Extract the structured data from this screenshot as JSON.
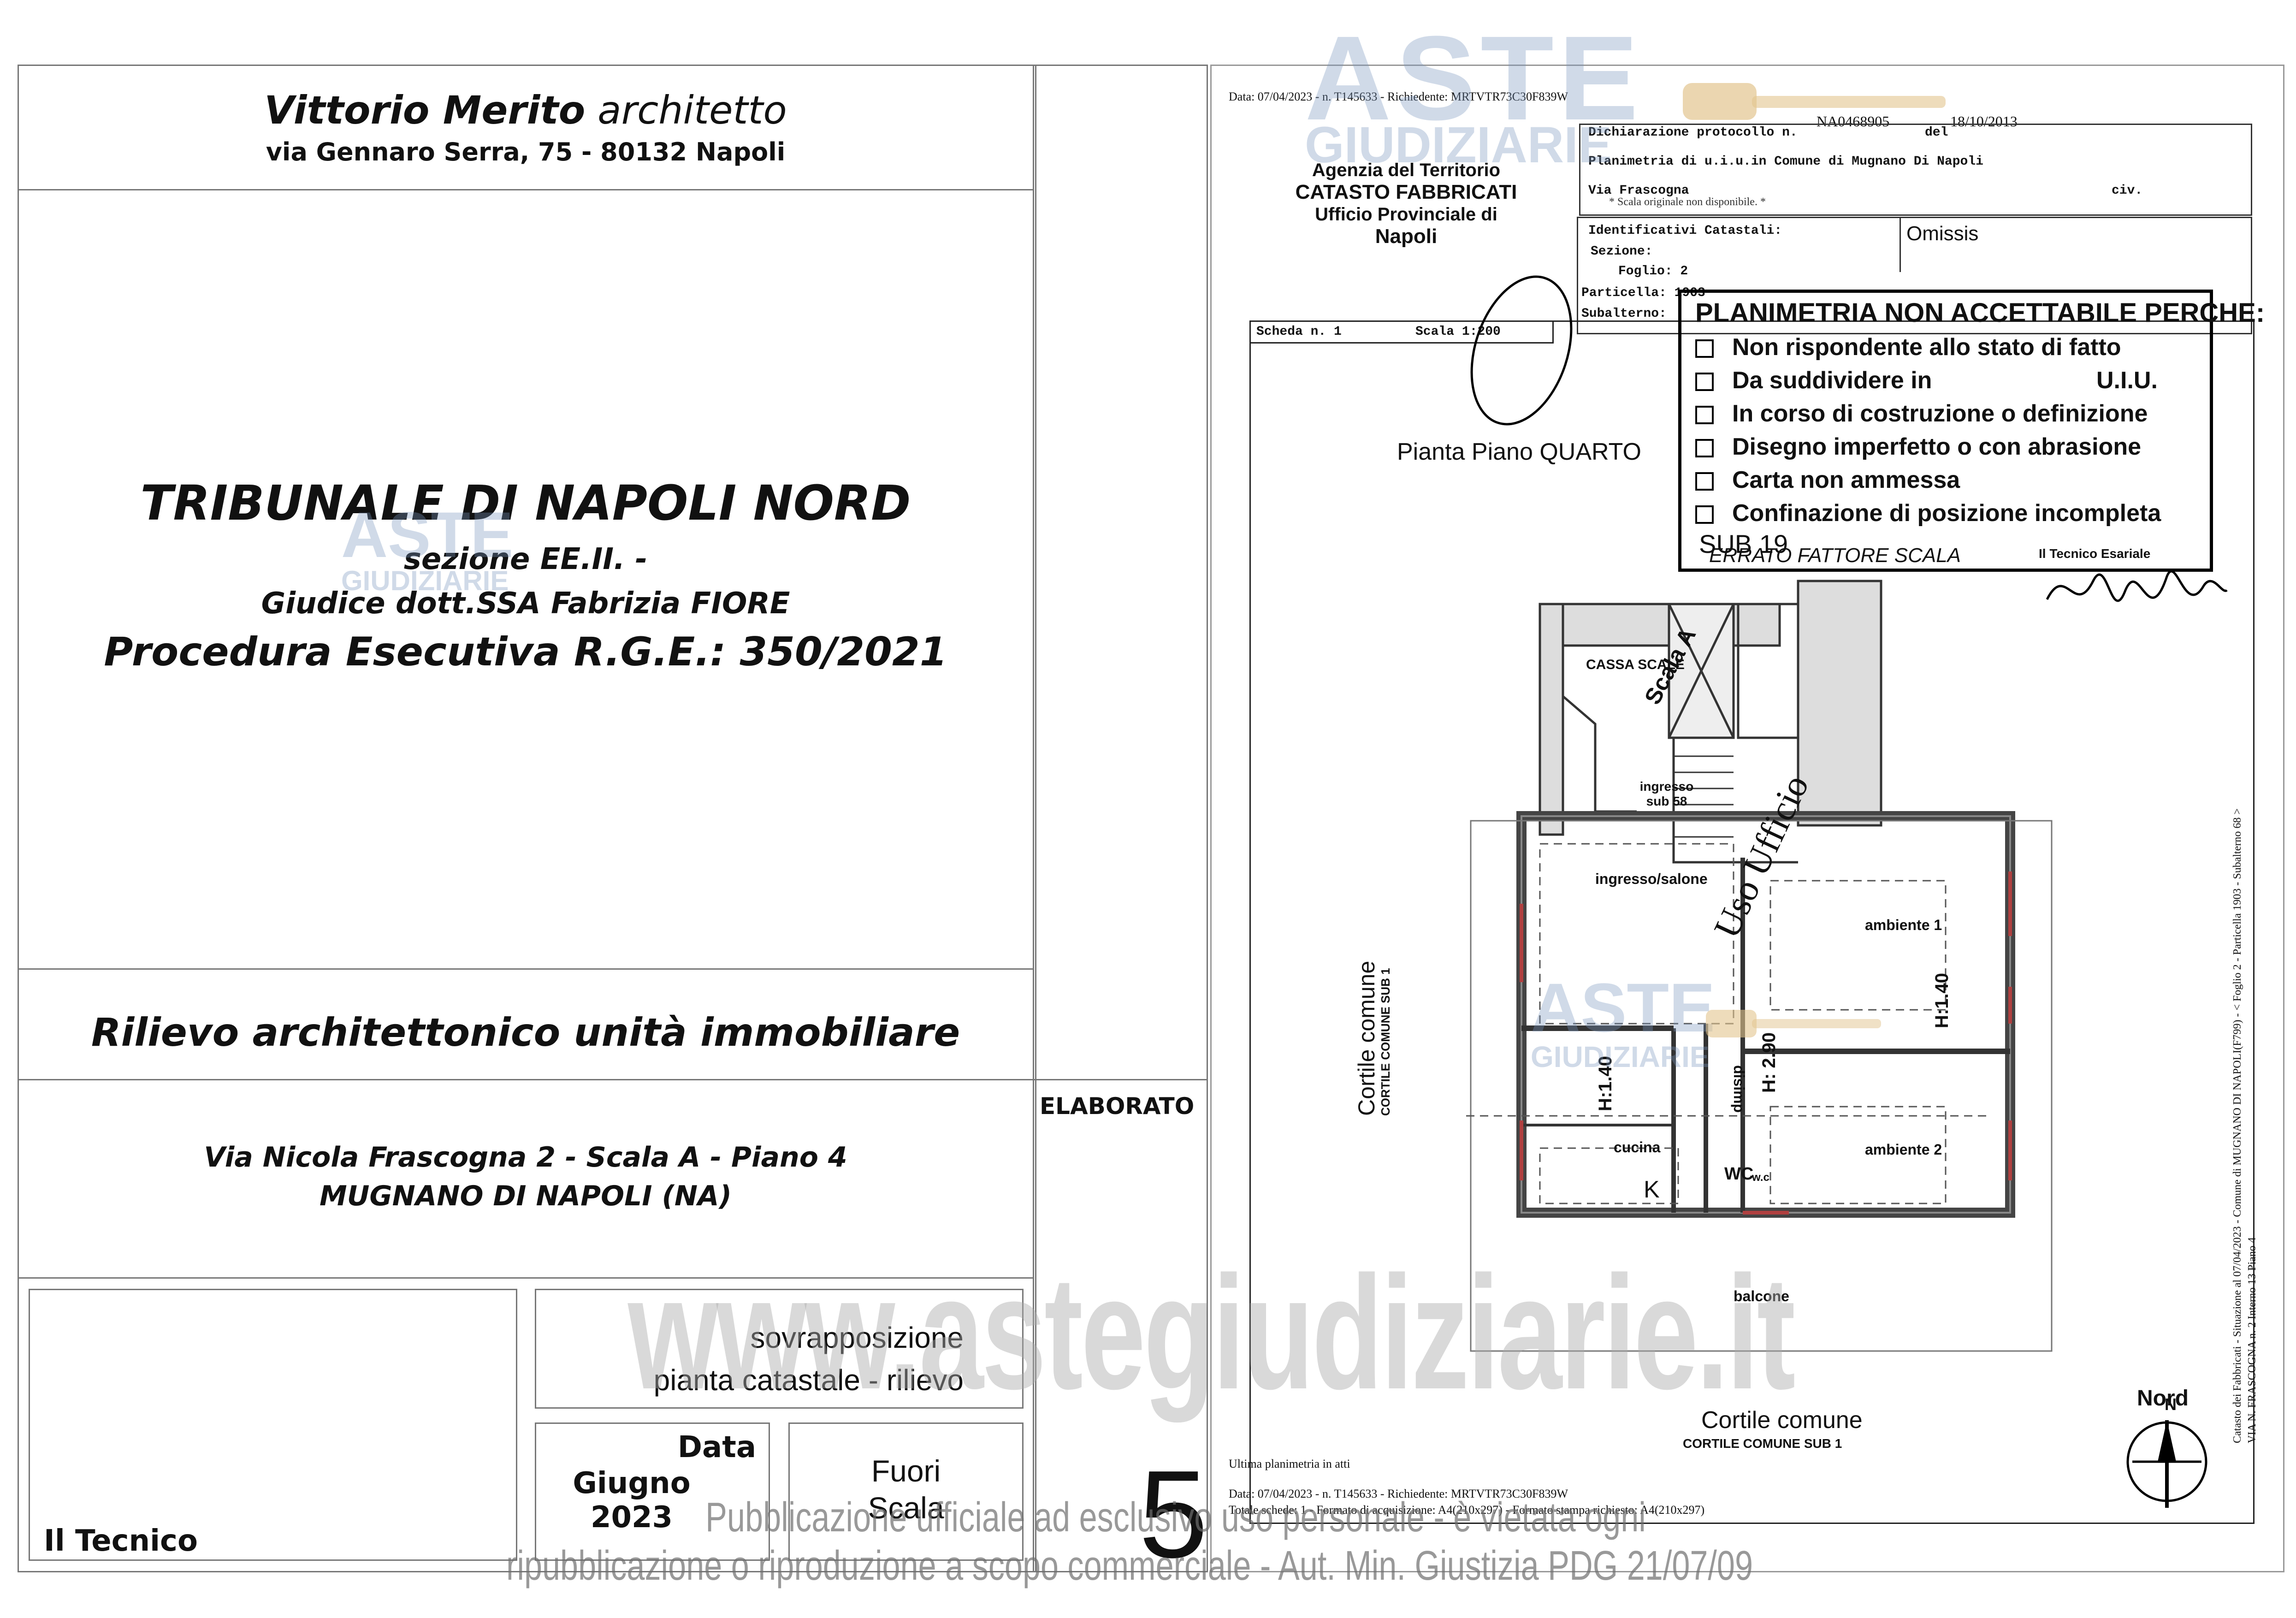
{
  "colors": {
    "frame": "#777777",
    "wall": "#555555",
    "wall_fill": "#d8d8d8",
    "watermark": "#c8d4e6",
    "gavel": "#d8b880"
  },
  "left_panel": {
    "architect_name": "Vittorio Merito",
    "architect_title": "architetto",
    "architect_address": "via Gennaro Serra, 75 - 80132 Napoli",
    "court": "TRIBUNALE DI NAPOLI NORD",
    "section": "sezione EE.II. -",
    "judge": "Giudice dott.SSA Fabrizia FIORE",
    "procedure": "Procedura Esecutiva R.G.E.: 350/2021",
    "survey_title": "Rilievo architettonico unità immobiliare",
    "address_line1": "Via Nicola Frascogna 2 - Scala A - Piano 4",
    "address_line2": "MUGNANO DI NAPOLI (NA)",
    "elaborato_label": "ELABORATO",
    "description_line1": "sovrapposizione",
    "description_line2": "pianta catastale - rilievo",
    "date_label": "Data",
    "date_value_line1": "Giugno",
    "date_value_line2": "2023",
    "scale_line1": "Fuori",
    "scale_line2": "Scala",
    "technician_label": "Il Tecnico",
    "elaborato_number": "5"
  },
  "cadastral": {
    "top_stamp": "Data: 07/04/2023 - n. T145633 - Richiedente: MRTVTR73C30F839W",
    "agency_line1": "Agenzia del Territorio",
    "agency_line2": "CATASTO FABBRICATI",
    "agency_line3": "Ufficio Provinciale di",
    "agency_line4": "Napoli",
    "protocol_number": "NA0468905",
    "protocol_date": "18/10/2013",
    "protocol_label": "Dichiarazione protocollo n.",
    "protocol_del": "del",
    "plan_label": "Planimetria di u.i.u.in Comune di Mugnano Di Napoli",
    "street_label": "Via Frascogna",
    "civ_label": "civ.",
    "scale_note": "* Scala originale non disponibile. *",
    "identifiers_label": "Identificativi Catastali:",
    "sezione_label": "Sezione:",
    "foglio_label": "Foglio: 2",
    "particella_label": "Particella: 1903",
    "subalterno_label": "Subalterno:",
    "omissis": "Omissis",
    "scheda_label": "Scheda n. 1",
    "scala_label": "Scala 1:200",
    "floor_title": "Pianta Piano QUARTO",
    "stamp_title": "PLANIMETRIA NON ACCETTABILE PERCHE:",
    "stamp_items": [
      {
        "label": "Non rispondente allo stato di fatto",
        "extra": ""
      },
      {
        "label": "Da suddividere in",
        "extra": "U.I.U."
      },
      {
        "label": "In corso di costruzione o definizione",
        "extra": ""
      },
      {
        "label": "Disegno imperfetto o con abrasione",
        "extra": ""
      },
      {
        "label": "Carta non ammessa",
        "extra": ""
      },
      {
        "label": "Confinazione di posizione incompleta",
        "extra": ""
      }
    ],
    "stamp_sub": "SUB 19",
    "stamp_handwritten": "ERRATO FATTORE SCALA",
    "stamp_technician": "Il Tecnico Esariale",
    "rooms": {
      "cassa_scale": "CASSA SCALE",
      "scala_a": "Scala A",
      "ingresso_sub": "ingresso sub 58",
      "uso_ufficio": "Uso Ufficio",
      "ingresso_salone": "ingresso/salone",
      "ambiente1": "ambiente 1",
      "ambiente2": "ambiente 2",
      "cucina": "cucina",
      "k": "K",
      "wc": "WC",
      "wc_small": "w.c",
      "disimp": "disimp",
      "h140_left": "H:1.40",
      "h290": "H: 2.90",
      "h140_right": "H:1.40",
      "balcone": "balcone",
      "cortile_left": "Cortile comune",
      "cortile_left_sub": "CORTILE COMUNE SUB 1",
      "cortile_bottom": "Cortile comune",
      "cortile_bottom_sub": "CORTILE COMUNE SUB 1",
      "nord": "Nord",
      "n": "N"
    },
    "side_text_line1": "Catasto dei Fabbricati - Situazione al 07/04/2023 - Comune di MUGNANO DI NAPOLI(F799) - < Foglio 2 - Particella 1903 - Subalterno 68 >",
    "side_text_line2": "VIA N. FRASCOGNA n. 2 Interno 13 Piano 4",
    "bottom_last": "Ultima planimetria in atti",
    "bottom_stamp1": "Data: 07/04/2023 - n. T145633 - Richiedente: MRTVTR73C30F839W",
    "bottom_stamp2": "Totale schede: 1 - Formato di acquisizione: A4(210x297) - Formato stampa richiesto: A4(210x297)"
  },
  "watermark": {
    "brand_line1": "ASTE",
    "brand_line2": "GIUDIZIARIE",
    "site": "www.astegiudiziarie.it",
    "notice_line1": "Pubblicazione ufficiale ad esclusivo uso personale - è vietata ogni",
    "notice_line2": "ripubblicazione o riproduzione a scopo commerciale - Aut. Min. Giustizia PDG 21/07/09"
  }
}
